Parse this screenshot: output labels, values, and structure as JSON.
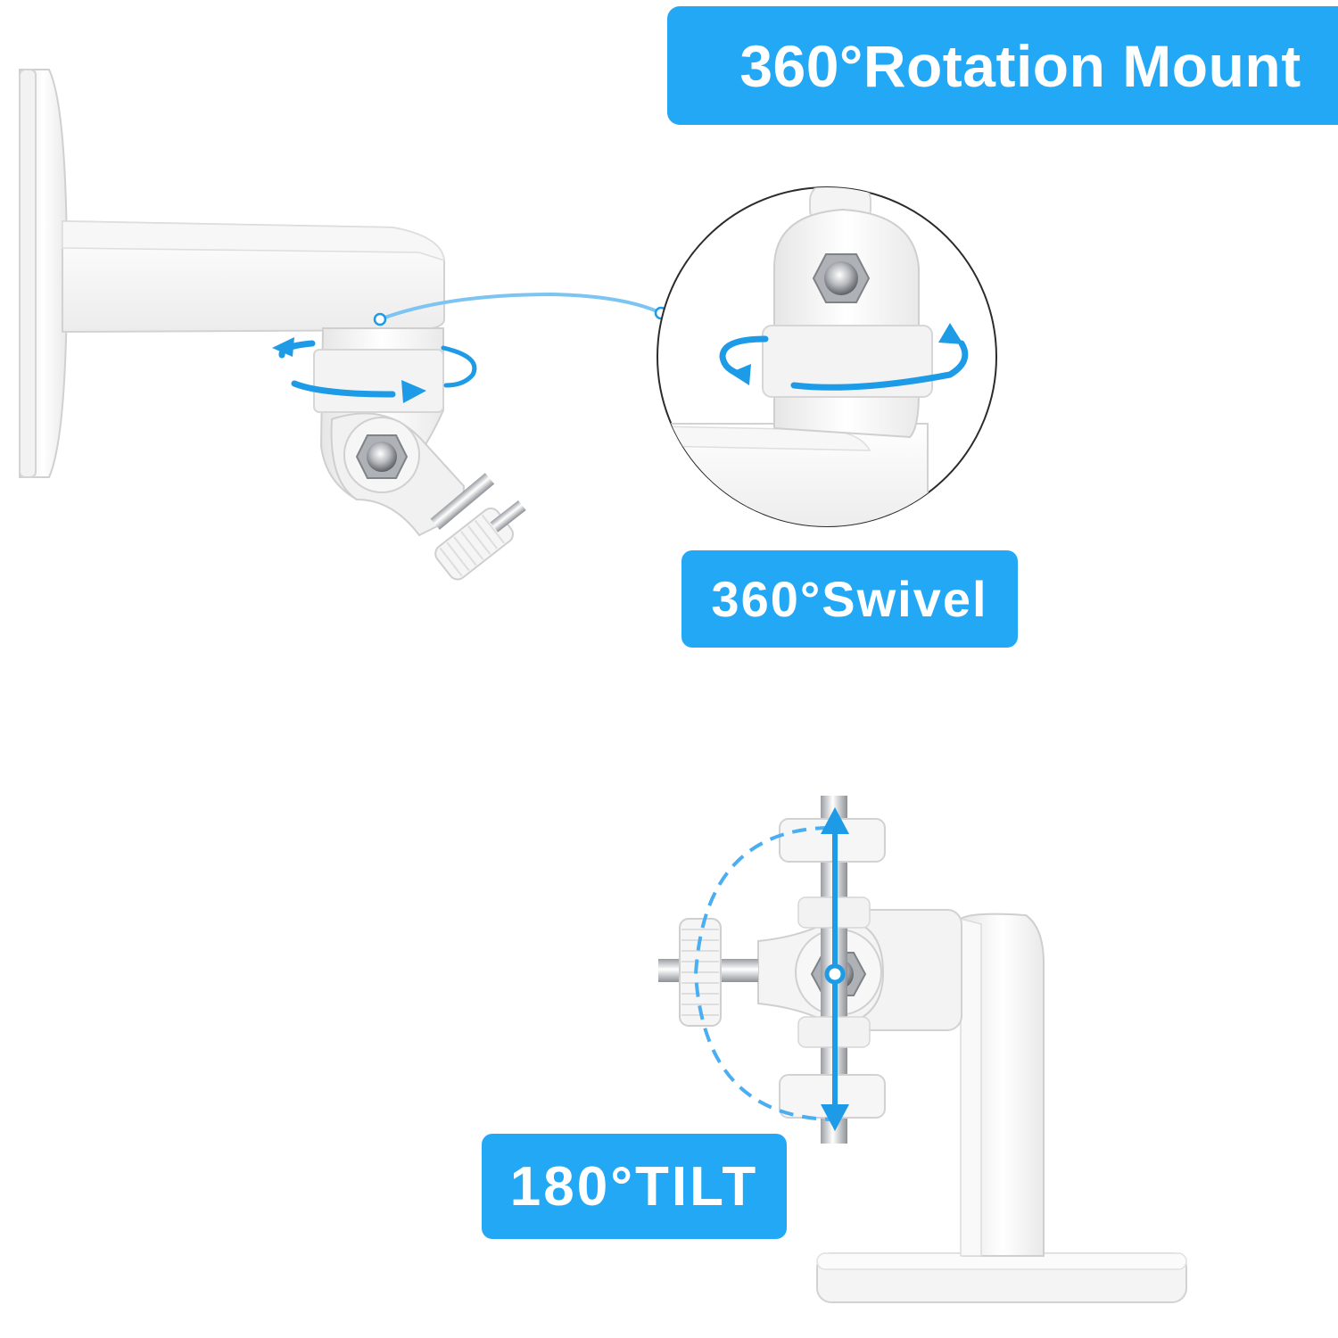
{
  "labels": {
    "rotation_mount": "360°Rotation Mount",
    "swivel": "360°Swivel",
    "tilt": "180°TILT"
  },
  "colors": {
    "accent": "#23a8f5",
    "arrow": "#1e9be6",
    "mount_white": "#f4f4f4",
    "mount_shadow": "#d9d9d9",
    "background": "#ffffff"
  },
  "icons": {
    "swivel_arrows": "rotate-arrows-icon",
    "tilt_arrows": "tilt-arc-arrows-icon",
    "callout_connector": "callout-line-icon"
  }
}
